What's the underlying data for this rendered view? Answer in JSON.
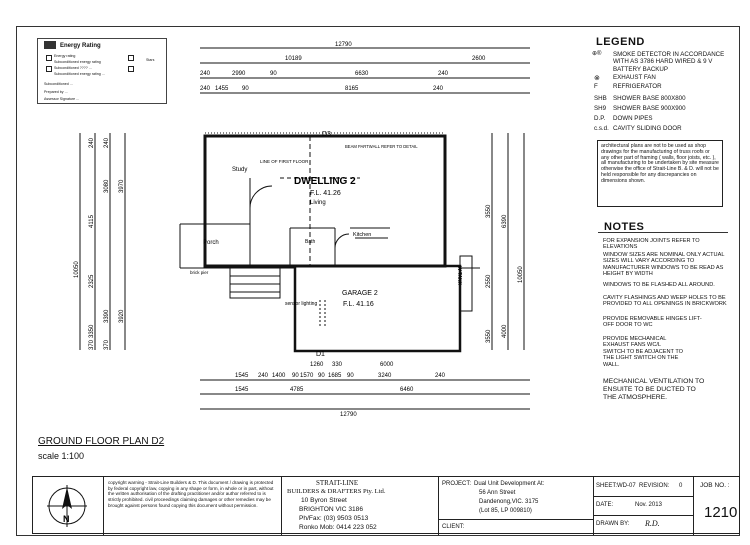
{
  "energy_rating": {
    "title": "Energy Rating",
    "lines": [
      "Energy rating",
      "Subconditioned energy rating",
      "Subconditioned ???? ...",
      "Subconditioned energy rating ...",
      "Subconditioned ...",
      "Prepared by ...",
      "Assessor"
    ],
    "stars": "Stars",
    "footer": "Assessor Signature ..."
  },
  "legend": {
    "title": "LEGEND",
    "items": [
      {
        "code": "SD",
        "text": "SMOKE DETECTOR IN ACCORDANCE WITH AS 3786 HARD WIRED & 9 V BATTERY BACKUP"
      },
      {
        "code": "EF",
        "text": "EXHAUST FAN"
      },
      {
        "code": "F",
        "text": "REFRIGERATOR"
      },
      {
        "code": "SHB",
        "text": "SHOWER BASE 800x800"
      },
      {
        "code": "SH9",
        "text": "SHOWER BASE 900x900"
      },
      {
        "code": "D.P.",
        "text": "DOWN PIPES"
      },
      {
        "code": "c.s.d.",
        "text": "CAVITY SLIDING DOOR"
      }
    ]
  },
  "disclaimer": "architectural plans are not to be used as shop drawings for the manufacturing of truss roofs or any other part of framing ( walls, floor joists, etc. ), all manufacturing to be undertaken by site measure otherwise the office of Strait-Line B. & D. will not be held responsible for any discrepancies on dimensions shown.",
  "notes": {
    "title": "NOTES",
    "items": [
      "FOR EXPANSION JOINTS REFER TO ELEVATIONS",
      "WINDOW SIZES ARE NOMINAL ONLY ACTUAL SIZES WILL VARY ACCORDING TO MANUFACTURER WINDOWS TO BE READ AS HEIGHT BY WIDTH",
      "WINDOWS TO BE FLASHED ALL AROUND.",
      "CAVITY FLASHINGS AND WEEP HOLES TO BE PROVIDED TO ALL OPENINGS IN BRICKWORK",
      "PROVIDE REMOVABLE HINGES LIFT-OFF DOOR TO WC",
      "PROVIDE MECHANICAL EXHAUST FANS WC/L SWITCH TO BE ADJACENT TO THE LIGHT SWITCH ON THE WALL."
    ],
    "mech": "MECHANICAL VENTILATION TO ENSUITE TO BE DUCTED TO THE ATMOSPHERE."
  },
  "plan": {
    "dwelling": "DWELLING 2",
    "dwelling_fl": "F.L. 41.26",
    "garage": "GARAGE 2",
    "garage_fl": "F.L. 41.16",
    "study": "Study",
    "living": "Living",
    "kitchen": "Kitchen",
    "porch": "Porch",
    "bath": "Bath",
    "d3": "D3",
    "d1": "D1",
    "w_tank": "W TANK",
    "line_first_floor": "LINE OF FIRST FLOOR",
    "sensor_lighting": "sensor lighting",
    "partition": "BEAM PARTWALL REFER TO DETAIL",
    "brick_pier": "brick pier",
    "top_dims": [
      "12790",
      "10189",
      "2600",
      "240",
      "2990",
      "90",
      "6630",
      "240",
      "240",
      "1455",
      "90",
      "8165",
      "240"
    ],
    "bottom_dims": [
      "1545",
      "240",
      "1400",
      "90",
      "1570",
      "90",
      "1685",
      "90",
      "3240",
      "240",
      "1545",
      "4785",
      "6460",
      "12790",
      "1260",
      "330",
      "6000"
    ],
    "left_dims": [
      "10050",
      "4115",
      "3080",
      "2325",
      "3350",
      "3920",
      "3970",
      "3390",
      "370",
      "370",
      "240",
      "240"
    ],
    "right_dims": [
      "3550",
      "10050",
      "2550",
      "4000",
      "6390",
      "3550"
    ]
  },
  "drawing": {
    "title": "GROUND FLOOR PLAN D2",
    "scale": "scale 1:100"
  },
  "title_block": {
    "copyright": "copyright warning - Strait-Line Builders & D. This document / drawing is protected by federal copyright law, copying in any shape or form, in whole or in part, without the written authorisation of the drafting practitioner and/or author referred to is strictly prohibited. civil proceedings claiming damages or other remedies may be brought against persons found copying this document without permission.",
    "company_1": "STRAIT-LINE",
    "company_2": "BUILDERS & DRAFTERS Pty. Ltd.",
    "address_1": "10 Byron Street",
    "address_2": "BRIGHTON   VIC  3186",
    "phone": "Ph/Fax: (03) 9503 0513",
    "mobile": "Ronko Mob:   0414 223 052",
    "project_label": "PROJECT:",
    "project_1": "Dual Unit Development  At:",
    "project_2": "56 Ann Street",
    "project_3": "Dandenong,VIC. 3175",
    "project_4": "(Lot 85, LP 009810)",
    "client_label": "CLIENT:",
    "sheet_label": "SHEET:",
    "sheet_value": "WD-07",
    "revision_label": "REVISION:",
    "revision_value": "0",
    "date_label": "DATE:",
    "date_value": "Nov. 2013",
    "drawn_label": "DRAWN BY:",
    "drawn_value": "R.D.",
    "job_label": "JOB NO. :",
    "job_value": "1210"
  }
}
